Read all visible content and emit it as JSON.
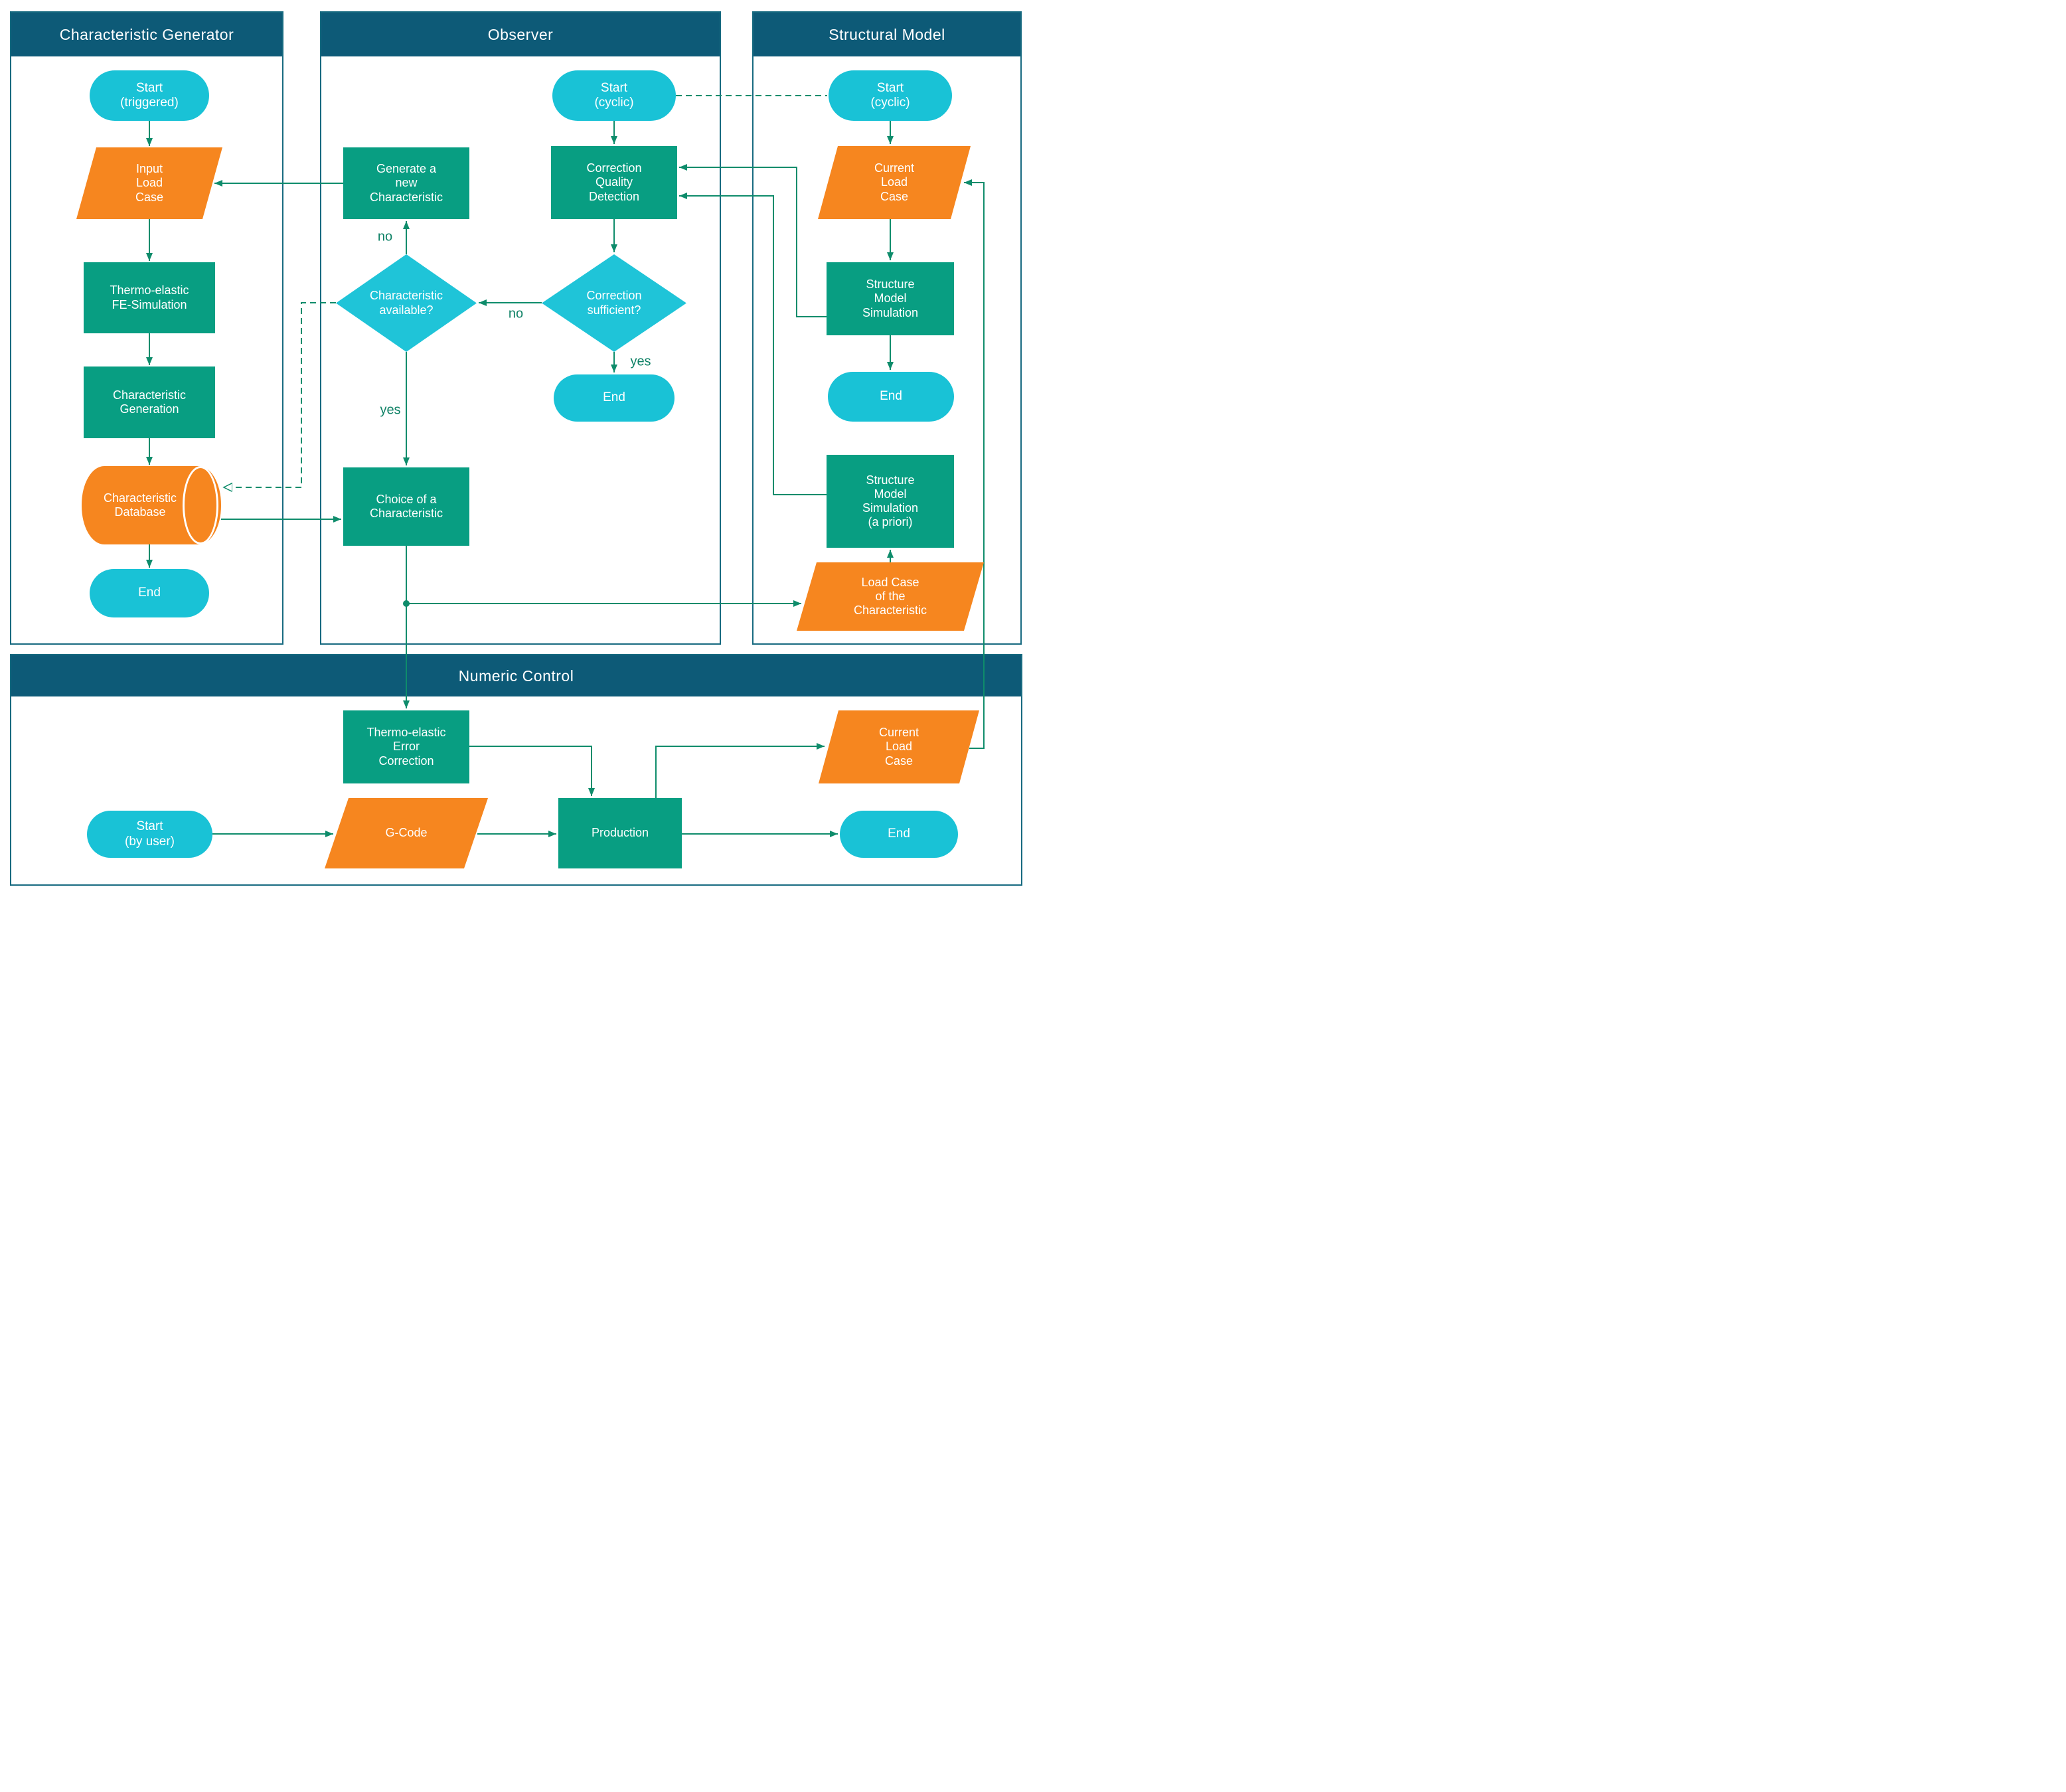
{
  "lanes": {
    "characteristic_generator": {
      "title": "Characteristic Generator"
    },
    "observer": {
      "title": "Observer"
    },
    "structural_model": {
      "title": "Structural Model"
    },
    "numeric_control": {
      "title": "Numeric Control"
    }
  },
  "nodes": {
    "cg_start": {
      "label": "Start\n(triggered)",
      "type": "terminator"
    },
    "cg_input_load_case": {
      "label": "Input\nLoad\nCase",
      "type": "data"
    },
    "cg_fe_simulation": {
      "label": "Thermo-elastic\nFE-Simulation",
      "type": "process"
    },
    "cg_char_generation": {
      "label": "Characteristic\nGeneration",
      "type": "process"
    },
    "cg_database": {
      "label": "Characteristic\nDatabase",
      "type": "database"
    },
    "cg_end": {
      "label": "End",
      "type": "terminator"
    },
    "obs_start": {
      "label": "Start\n(cyclic)",
      "type": "terminator"
    },
    "obs_generate_new": {
      "label": "Generate a\nnew\nCharacteristic",
      "type": "process"
    },
    "obs_correction_quality": {
      "label": "Correction\nQuality\nDetection",
      "type": "process"
    },
    "obs_char_available": {
      "label": "Characteristic\navailable?",
      "type": "decision"
    },
    "obs_correction_sufficient": {
      "label": "Correction\nsufficient?",
      "type": "decision"
    },
    "obs_end": {
      "label": "End",
      "type": "terminator"
    },
    "obs_choice": {
      "label": "Choice of a\nCharacteristic",
      "type": "process"
    },
    "sm_start": {
      "label": "Start\n(cyclic)",
      "type": "terminator"
    },
    "sm_current_load_case": {
      "label": "Current\nLoad\nCase",
      "type": "data"
    },
    "sm_simulation": {
      "label": "Structure\nModel\nSimulation",
      "type": "process"
    },
    "sm_end": {
      "label": "End",
      "type": "terminator"
    },
    "sm_simulation_apriori": {
      "label": "Structure\nModel\nSimulation\n(a priori)",
      "type": "process"
    },
    "sm_load_case_char": {
      "label": "Load Case\nof the\nCharacteristic",
      "type": "data"
    },
    "nc_error_correction": {
      "label": "Thermo-elastic\nError\nCorrection",
      "type": "process"
    },
    "nc_current_load_case": {
      "label": "Current\nLoad\nCase",
      "type": "data"
    },
    "nc_start": {
      "label": "Start\n(by user)",
      "type": "terminator"
    },
    "nc_gcode": {
      "label": "G-Code",
      "type": "data"
    },
    "nc_production": {
      "label": "Production",
      "type": "process"
    },
    "nc_end": {
      "label": "End",
      "type": "terminator"
    }
  },
  "edge_labels": {
    "char_available_no": "no",
    "char_available_yes": "yes",
    "correction_sufficient_no": "no",
    "correction_sufficient_yes": "yes"
  },
  "colors": {
    "header_blue": "#0d5a77",
    "process_green": "#089e82",
    "terminator_cyan": "#19c2d6",
    "decision_cyan": "#1fc4d8",
    "data_orange": "#f6861f",
    "connector_green": "#0e8c6b",
    "lane_border": "#176a80"
  }
}
